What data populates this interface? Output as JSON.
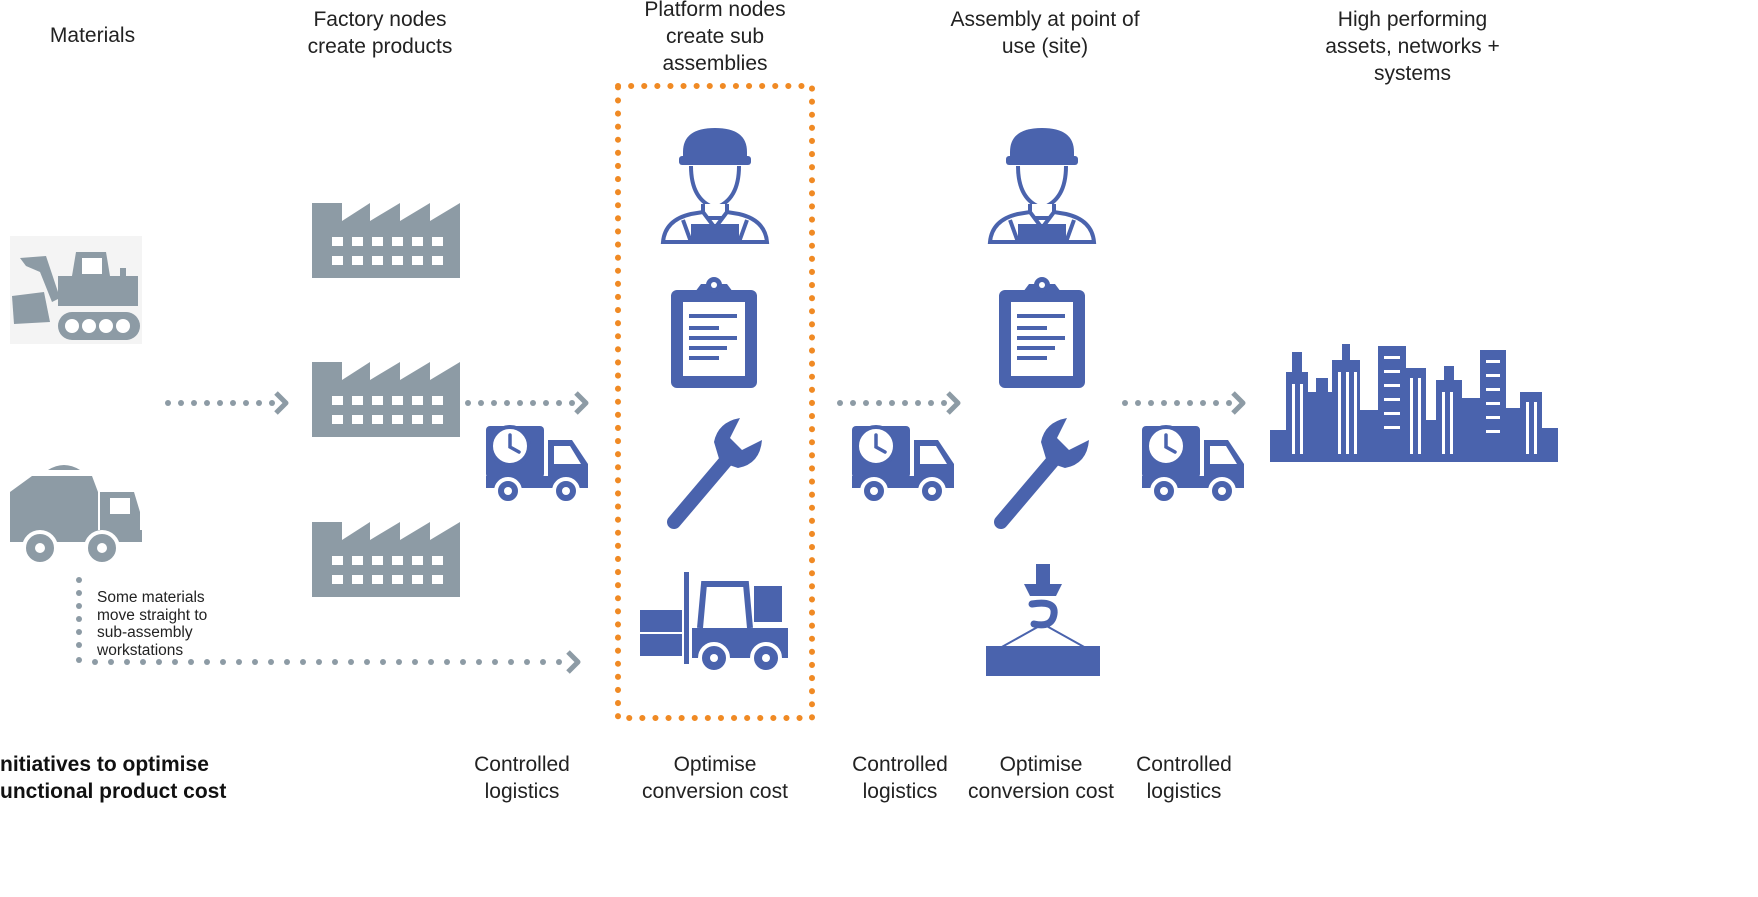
{
  "headers": {
    "materials": "Materials",
    "factory": "Factory nodes\ncreate products",
    "platform": "Platform nodes\ncreate sub\nassemblies",
    "assembly": "Assembly at point of\nuse (site)",
    "outcome": "High performing\nassets, networks  +\nsystems"
  },
  "note": "Some materials\nmove straight to\nsub-assembly\nworkstations",
  "captions": {
    "logistics_1": "Controlled\nlogistics",
    "conversion_1": "Optimise\nconversion cost",
    "logistics_2": "Controlled\nlogistics",
    "conversion_2": "Optimise\nconversion cost",
    "logistics_3": "Controlled\nlogistics"
  },
  "initiatives": "nitiatives to optimise\nunctional product cost",
  "colors": {
    "blue": "#4a63ad",
    "grey": "#8d9ba5",
    "orange": "#f08a24"
  },
  "icons": [
    "excavator-icon",
    "dump-truck-icon",
    "factory-icon",
    "delivery-truck-icon",
    "worker-icon",
    "clipboard-icon",
    "wrench-icon",
    "forklift-icon",
    "crane-hook-icon",
    "city-skyline-icon",
    "dotted-arrow"
  ]
}
